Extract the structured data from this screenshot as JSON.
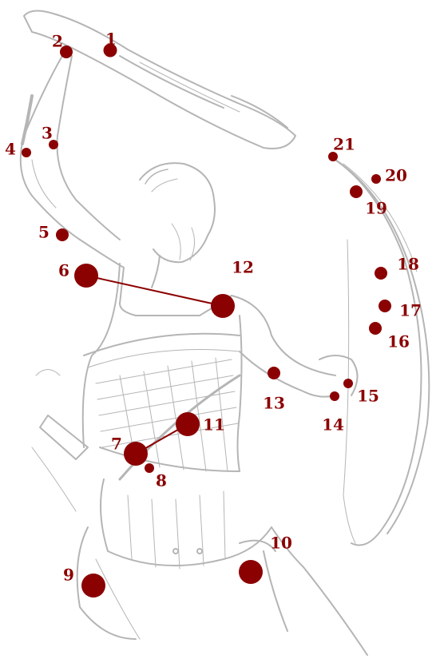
{
  "colors": {
    "star": "#8b0000",
    "line": "#8b0000",
    "label": "#8b0000",
    "sketch": "#b5b5b5"
  },
  "figure": {
    "subject": "warrior-with-club-and-shield-sketch"
  },
  "stars": [
    {
      "id": "1",
      "label": "1",
      "mag": 2
    },
    {
      "id": "2",
      "label": "2",
      "mag": 3
    },
    {
      "id": "3",
      "label": "3",
      "mag": 4
    },
    {
      "id": "4",
      "label": "4",
      "mag": 4
    },
    {
      "id": "5",
      "label": "5",
      "mag": 3
    },
    {
      "id": "6",
      "label": "6",
      "mag": 1
    },
    {
      "id": "7",
      "label": "7",
      "mag": 1
    },
    {
      "id": "8",
      "label": "8",
      "mag": 4
    },
    {
      "id": "9",
      "label": "9",
      "mag": 1
    },
    {
      "id": "10",
      "label": "10",
      "mag": 1
    },
    {
      "id": "11",
      "label": "11",
      "mag": 1
    },
    {
      "id": "12",
      "label": "12",
      "mag": 1
    },
    {
      "id": "13",
      "label": "13",
      "mag": 3
    },
    {
      "id": "14",
      "label": "14",
      "mag": 4
    },
    {
      "id": "15",
      "label": "15",
      "mag": 4
    },
    {
      "id": "16",
      "label": "16",
      "mag": 3
    },
    {
      "id": "17",
      "label": "17",
      "mag": 3
    },
    {
      "id": "18",
      "label": "18",
      "mag": 3
    },
    {
      "id": "19",
      "label": "19",
      "mag": 3
    },
    {
      "id": "20",
      "label": "20",
      "mag": 4
    },
    {
      "id": "21",
      "label": "21",
      "mag": 4
    }
  ],
  "connections": [
    {
      "from": "6",
      "to": "12"
    },
    {
      "from": "7",
      "to": "11"
    }
  ]
}
